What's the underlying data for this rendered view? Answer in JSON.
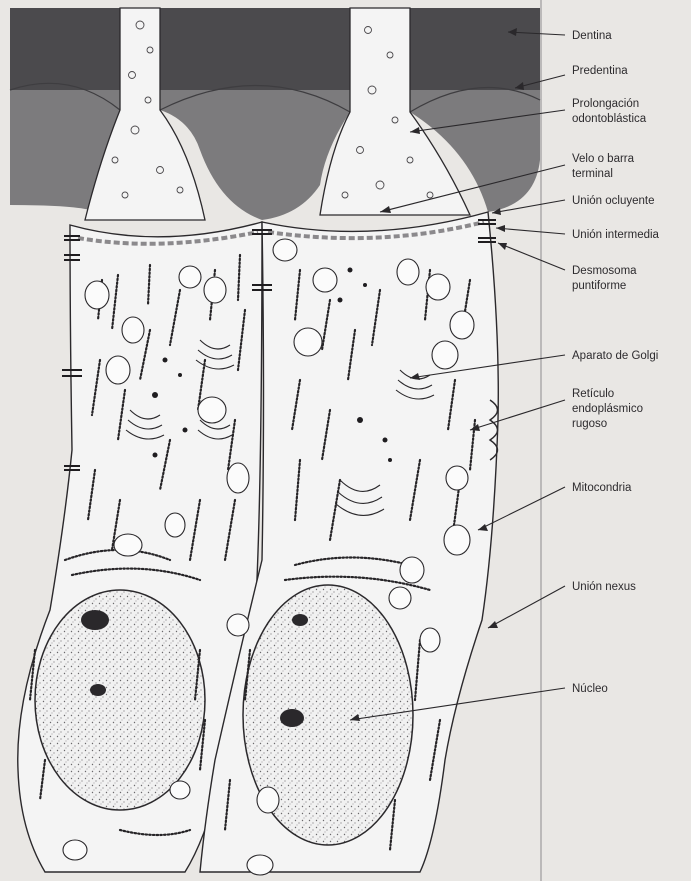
{
  "labels": {
    "dentina": "Dentina",
    "predentina": "Predentina",
    "prolongacion_1": "Prolongación",
    "prolongacion_2": "odontoblástica",
    "velo_1": "Velo o barra",
    "velo_2": "terminal",
    "union_ocluyente": "Unión ocluyente",
    "union_intermedia": "Unión intermedia",
    "desmosoma_1": "Desmosoma",
    "desmosoma_2": "puntiforme",
    "golgi": "Aparato de Golgi",
    "reticulo_1": "Retículo",
    "reticulo_2": "endoplásmico",
    "reticulo_3": "rugoso",
    "mitocondria": "Mitocondria",
    "nexus": "Unión nexus",
    "nucleo": "Núcleo"
  },
  "colors": {
    "dentina": "#4b4a4d",
    "predentina": "#7c7b7d",
    "cytoplasm": "#f4f4f4",
    "paper": "#e9e7e4",
    "ink": "#2a282b"
  }
}
